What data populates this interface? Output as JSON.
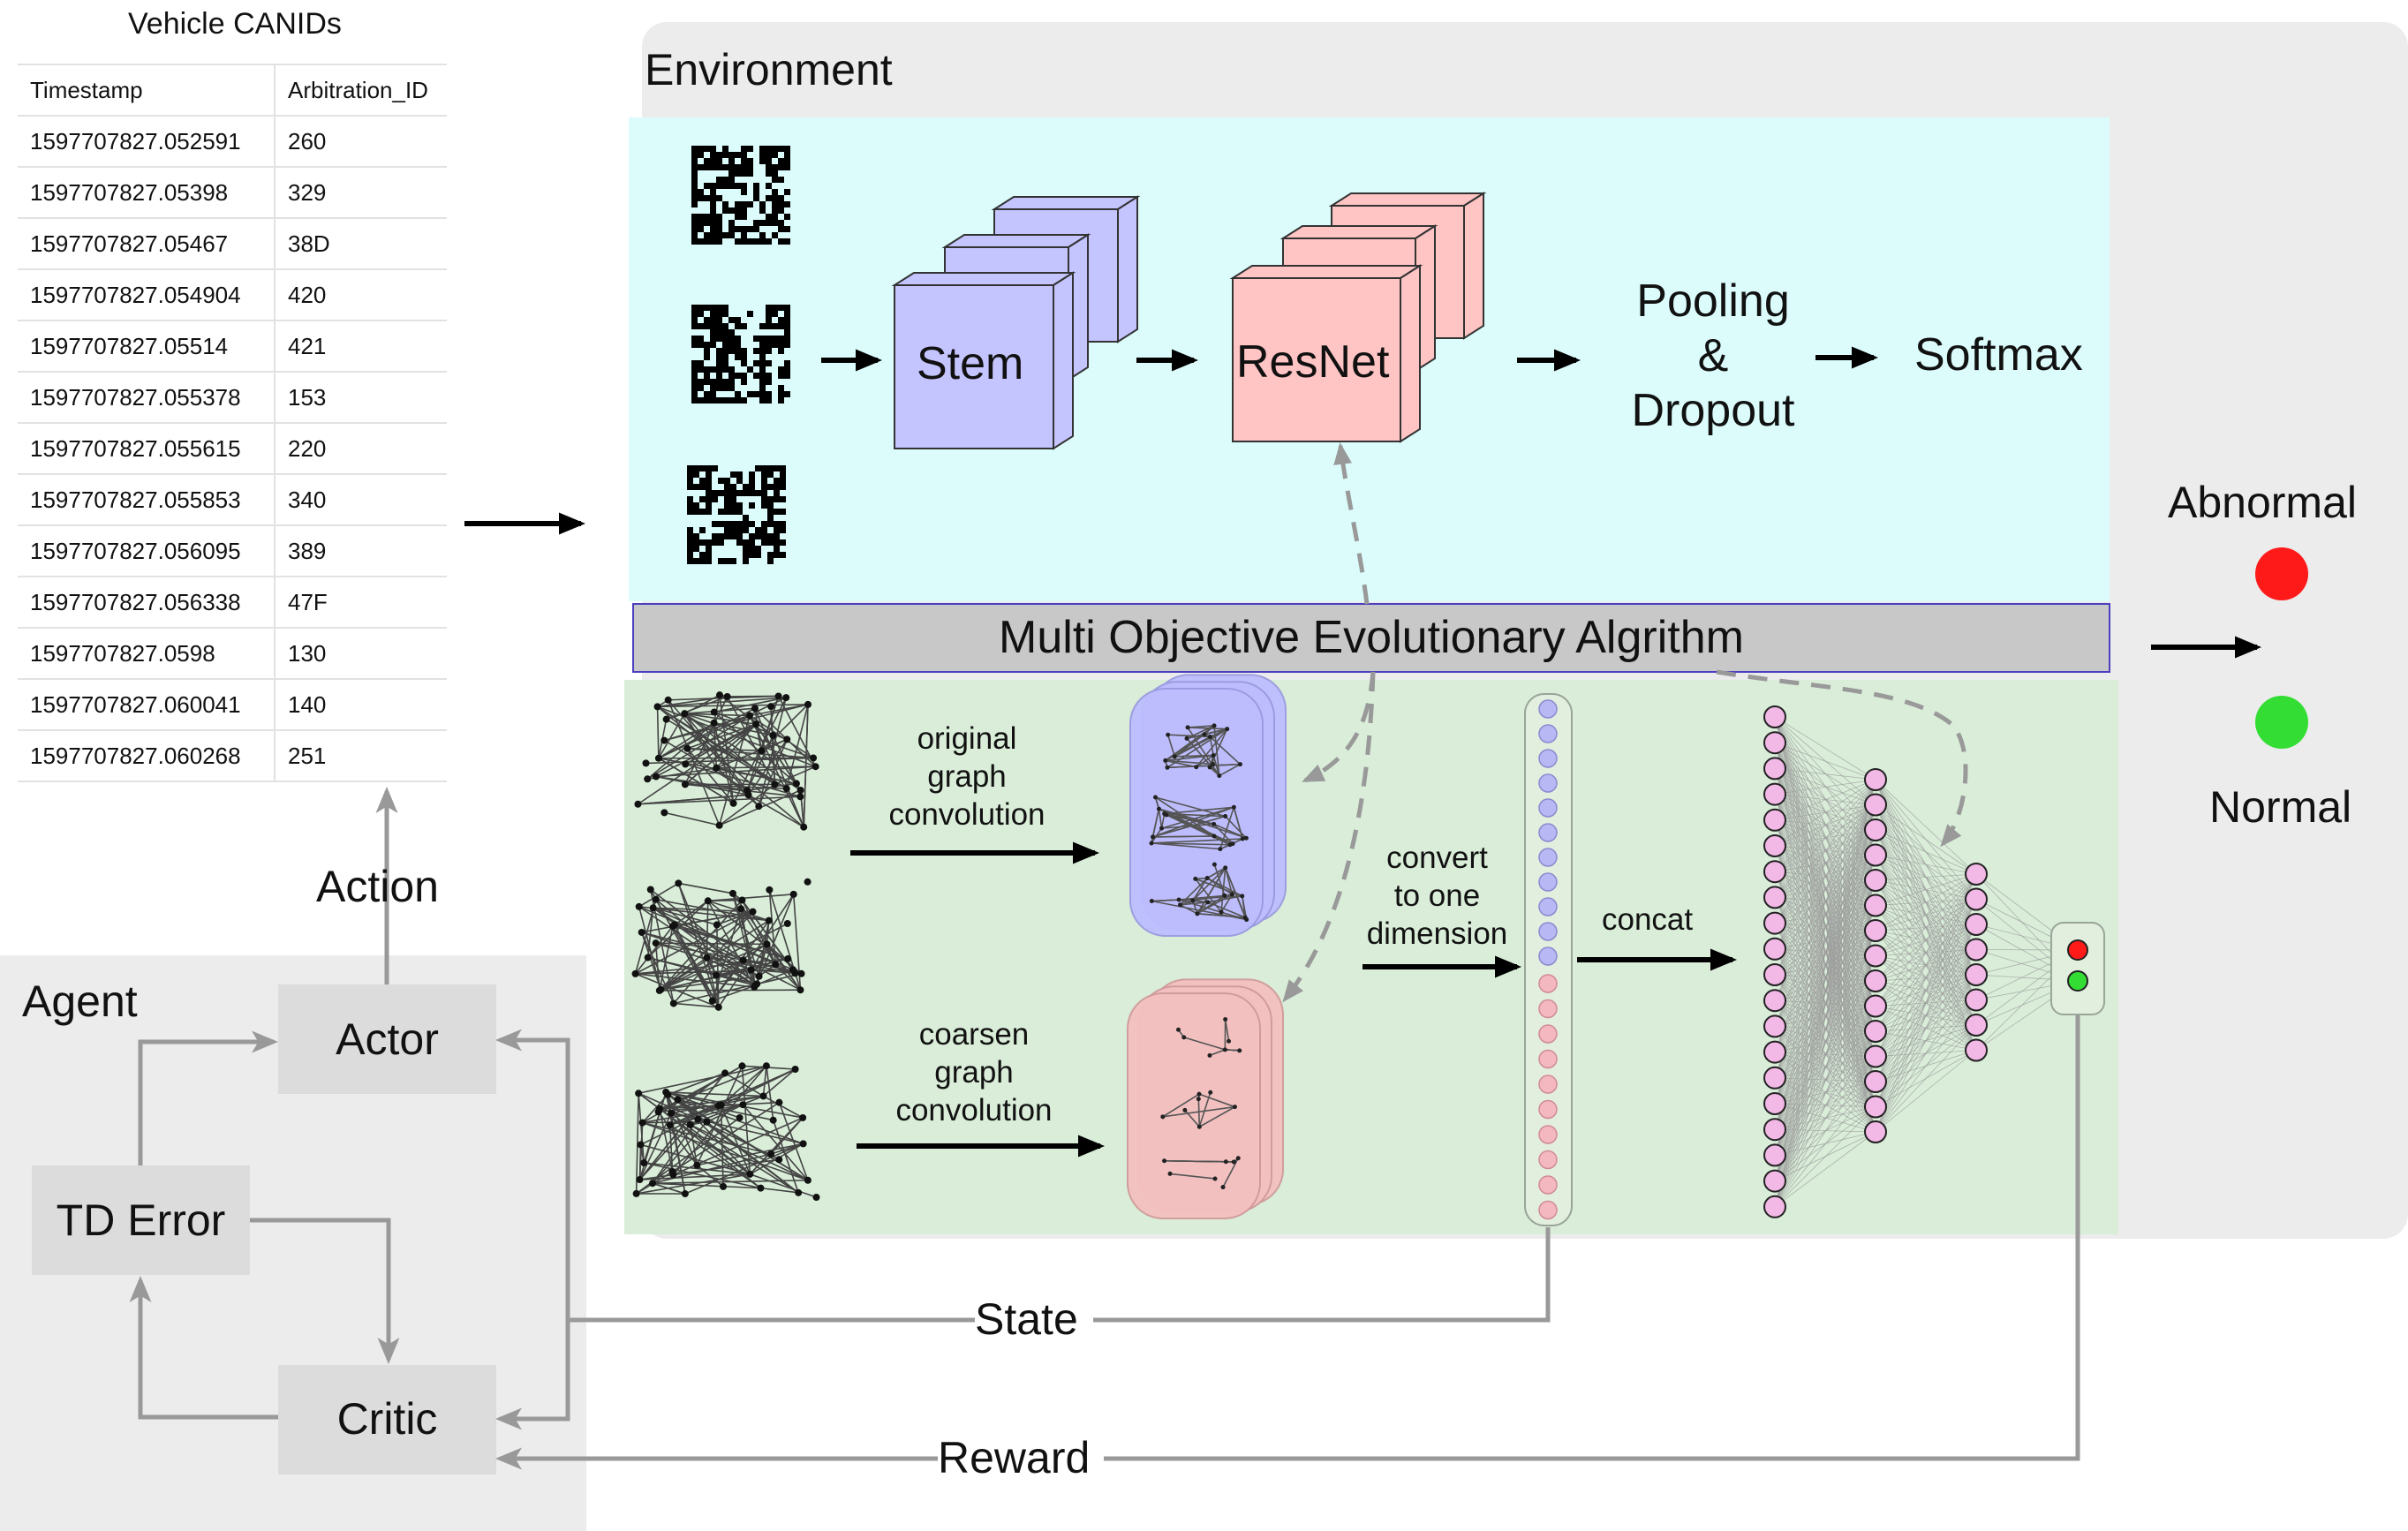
{
  "table": {
    "title": "Vehicle CANIDs",
    "headers": [
      "Timestamp",
      "Arbitration_ID"
    ],
    "rows": [
      [
        "1597707827.052591",
        "260"
      ],
      [
        "1597707827.05398",
        "329"
      ],
      [
        "1597707827.05467",
        "38D"
      ],
      [
        "1597707827.054904",
        "420"
      ],
      [
        "1597707827.05514",
        "421"
      ],
      [
        "1597707827.055378",
        "153"
      ],
      [
        "1597707827.055615",
        "220"
      ],
      [
        "1597707827.055853",
        "340"
      ],
      [
        "1597707827.056095",
        "389"
      ],
      [
        "1597707827.056338",
        "47F"
      ],
      [
        "1597707827.0598",
        "130"
      ],
      [
        "1597707827.060041",
        "140"
      ],
      [
        "1597707827.060268",
        "251"
      ]
    ]
  },
  "environment": {
    "label": "Environment",
    "pipeline": {
      "stem": "Stem",
      "resnet": "ResNet",
      "pooling_lines": [
        "Pooling",
        "&",
        "Dropout"
      ],
      "softmax": "Softmax"
    },
    "moea": "Multi Objective Evolutionary Algrithm",
    "graph": {
      "original_lines": [
        "original",
        "graph",
        "convolution"
      ],
      "coarsen_lines": [
        "coarsen",
        "graph",
        "convolution"
      ],
      "convert_lines": [
        "convert",
        "to one",
        "dimension"
      ],
      "concat": "concat"
    }
  },
  "outputs": {
    "abnormal": "Abnormal",
    "normal": "Normal",
    "abnormal_color": "#ff1a1a",
    "normal_color": "#33dd33"
  },
  "agent": {
    "label": "Agent",
    "actor": "Actor",
    "td_error": "TD Error",
    "critic": "Critic"
  },
  "signals": {
    "action": "Action",
    "state": "State",
    "reward": "Reward"
  },
  "colors": {
    "environment_bg": "#ececec",
    "cnn_panel": "#dcfcfc",
    "gnn_panel": "#d9edd9",
    "stem_fill": "#c4c4ff",
    "resnet_fill": "#ffc4c4",
    "moea_fill": "#c8c8c8",
    "moea_border": "#4b3fc0",
    "agent_bg": "#ececec",
    "agent_box": "#dcdcdc"
  }
}
